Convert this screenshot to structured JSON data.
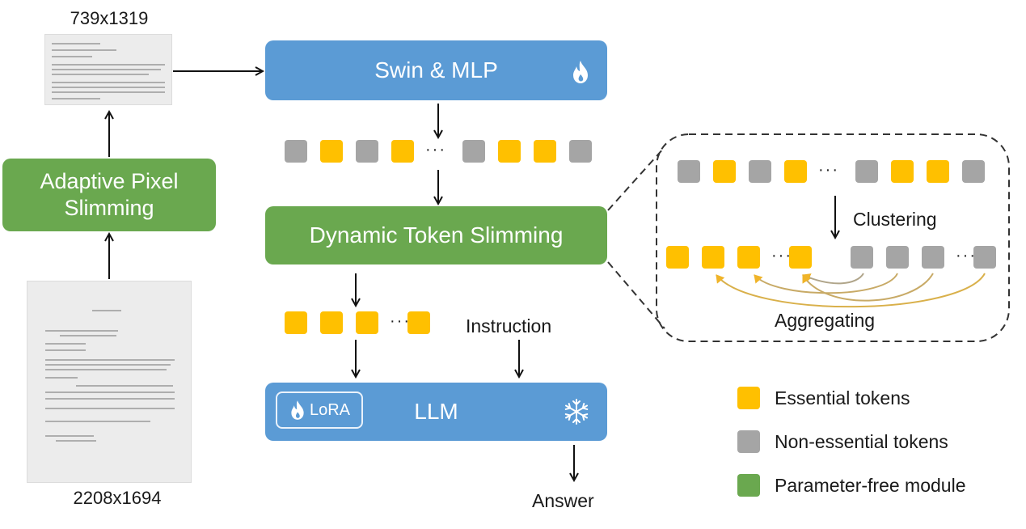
{
  "diagram": {
    "top_image_size": "739x1319",
    "bottom_image_size": "2208x1694",
    "modules": {
      "swin_mlp": {
        "label": "Swin & MLP",
        "icon": "flame-icon",
        "color": "#5b9bd5"
      },
      "adaptive_pixel_slimming": {
        "line1": "Adaptive Pixel",
        "line2": "Slimming",
        "color": "#6aa84f"
      },
      "dynamic_token_slimming": {
        "label": "Dynamic Token Slimming",
        "color": "#6aa84f"
      },
      "llm": {
        "label": "LLM",
        "lora_label": "LoRA",
        "lora_icon": "flame-icon",
        "frozen_icon": "snowflake-icon",
        "color": "#5b9bd5"
      }
    },
    "token_sequence_top": [
      "non",
      "ess",
      "non",
      "ess",
      "...",
      "non",
      "ess",
      "ess",
      "non"
    ],
    "token_sequence_slimmed": [
      "ess",
      "ess",
      "ess",
      "...",
      "ess"
    ],
    "instruction_label": "Instruction",
    "answer_label": "Answer",
    "detail": {
      "input_tokens": [
        "non",
        "ess",
        "non",
        "ess",
        "...",
        "non",
        "ess",
        "ess",
        "non"
      ],
      "clustering_label": "Clustering",
      "clustered_essential": [
        "ess",
        "ess",
        "ess",
        "...",
        "ess"
      ],
      "clustered_nonessential": [
        "non",
        "non",
        "non",
        "...",
        "non"
      ],
      "aggregating_label": "Aggregating"
    },
    "legend": [
      {
        "label": "Essential tokens",
        "color": "#ffc000"
      },
      {
        "label": "Non-essential tokens",
        "color": "#a5a5a5"
      },
      {
        "label": "Parameter-free module",
        "color": "#6aa84f"
      }
    ],
    "colors": {
      "essential": "#ffc000",
      "non_essential": "#a5a5a5",
      "trainable_blue": "#5b9bd5",
      "parameter_free_green": "#6aa84f"
    }
  }
}
